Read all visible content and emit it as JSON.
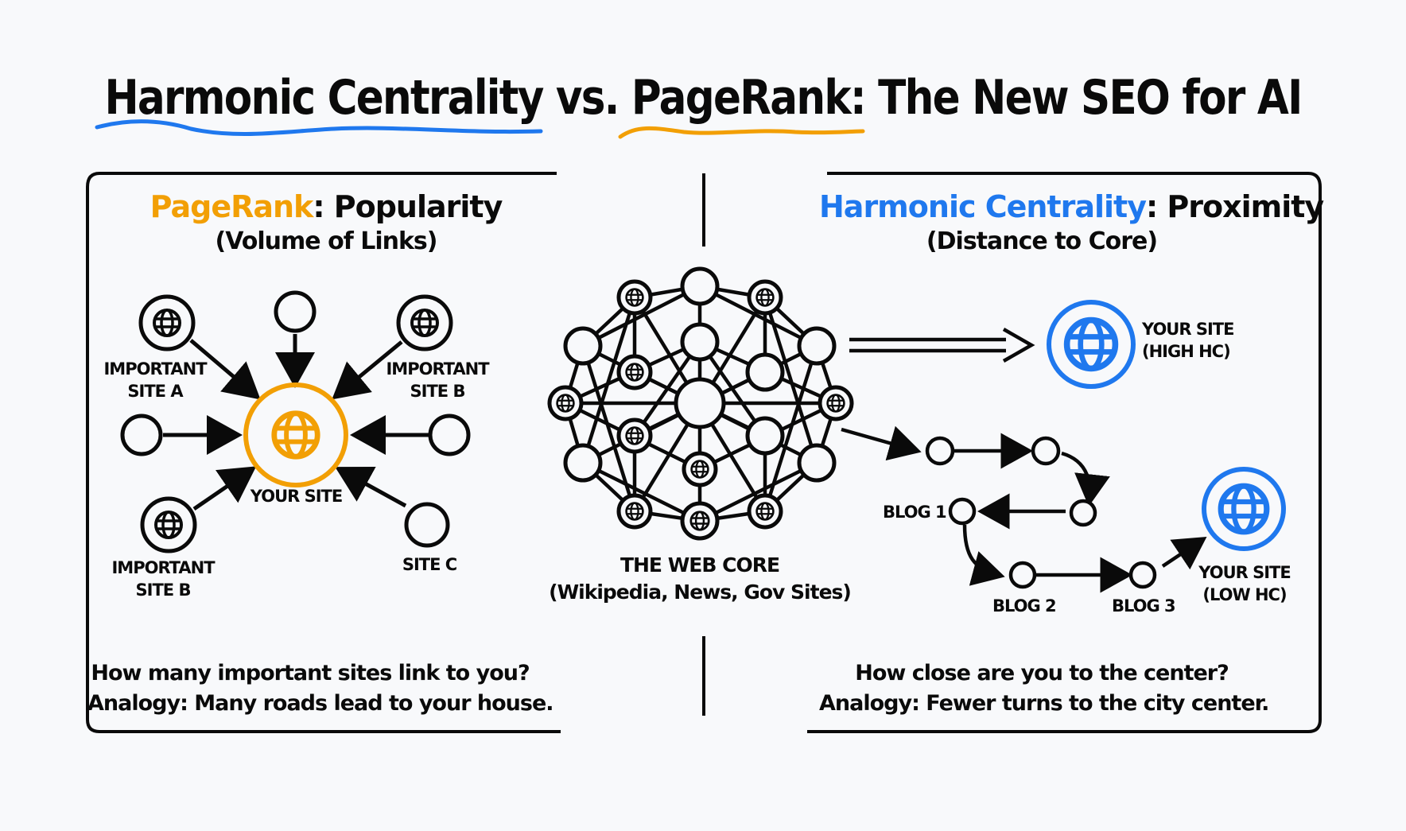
{
  "title": {
    "part1": "Harmonic Centrality",
    "part2": " vs. ",
    "part3": "PageRank",
    "part4": ": The New SEO for AI"
  },
  "colors": {
    "pagerank_orange": "#f29f05",
    "harmonic_blue": "#1f78ee",
    "ink": "#0a0a0a",
    "background": "#f8f9fb"
  },
  "left_panel": {
    "title_accent": "PageRank",
    "title_rest": ": Popularity",
    "subtitle": "(Volume of Links)",
    "center_node": "YOUR SITE",
    "nodes": [
      {
        "label_line1": "IMPORTANT",
        "label_line2": "SITE A",
        "icon": "globe-icon"
      },
      {
        "label_line1": "IMPORTANT",
        "label_line2": "SITE B",
        "icon": "globe-icon"
      },
      {
        "label_line1": "IMPORTANT",
        "label_line2": "SITE B",
        "icon": "globe-icon"
      },
      {
        "label_line1": "SITE C",
        "label_line2": "",
        "icon": "circle-node"
      }
    ],
    "footer_line1": "How many important sites link to you?",
    "footer_line2": "Analogy: Many roads lead to your house."
  },
  "center": {
    "label": "THE WEB CORE",
    "sublabel": "(Wikipedia, News, Gov Sites)"
  },
  "right_panel": {
    "title_accent": "Harmonic Centrality",
    "title_rest": ": Proximity",
    "subtitle": "(Distance to Core)",
    "high_site_line1": "YOUR SITE",
    "high_site_line2": "(HIGH HC)",
    "low_site_line1": "YOUR SITE",
    "low_site_line2": "(LOW HC)",
    "blogs": [
      "BLOG 1",
      "BLOG 2",
      "BLOG 3"
    ],
    "footer_line1": "How close are you to the center?",
    "footer_line2": "Analogy: Fewer turns to the city center."
  }
}
